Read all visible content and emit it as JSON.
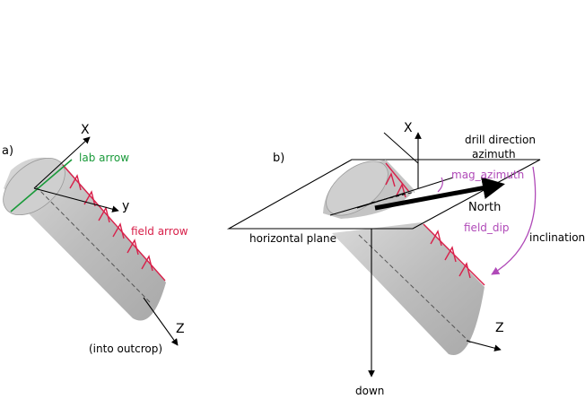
{
  "panel_a": {
    "panel_label": "a)",
    "axis_x": "X",
    "axis_y": "y",
    "axis_z": "Z",
    "lab_arrow_label": "lab arrow",
    "field_arrow_label": "field arrow",
    "note": "(into outcrop)"
  },
  "panel_b": {
    "panel_label": "b)",
    "axis_x": "X",
    "axis_z": "Z",
    "drill_direction_line1": "drill direction",
    "drill_direction_line2": "azimuth",
    "mag_azimuth": "mag_azimuth",
    "north": "North",
    "field_dip": "field_dip",
    "inclination": "inclination",
    "horizontal_plane": "horizontal plane",
    "down": "down"
  },
  "colors": {
    "cylinder_fill": "#c8c8c8",
    "cylinder_edge": "#8c8c8c",
    "lab_arrow": "#1a9a3a",
    "field_arrow": "#d8204a",
    "angle_arc": "#b04ab8",
    "ink": "#000000"
  }
}
